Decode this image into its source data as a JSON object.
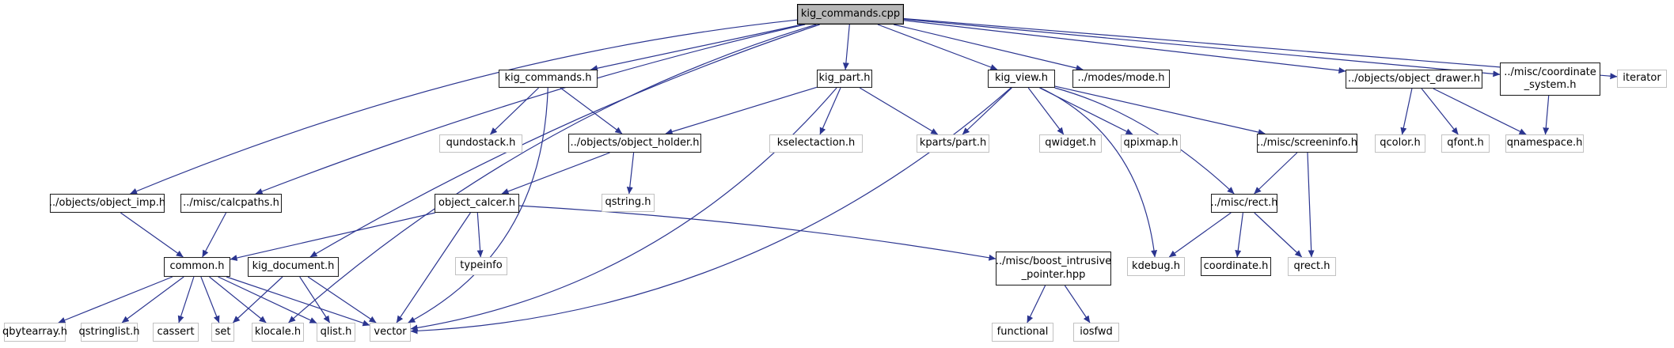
{
  "diagram": {
    "type": "include-dependency-graph",
    "root_file": "kig_commands.cpp",
    "edge_color": "#2b3590",
    "root_fill": "#b8b8b8",
    "nodes": [
      {
        "id": "root",
        "label": "kig_commands.cpp",
        "type": "root"
      },
      {
        "id": "kig-commands-h",
        "label": "kig_commands.h",
        "type": "internal"
      },
      {
        "id": "kig-part-h",
        "label": "kig_part.h",
        "type": "internal"
      },
      {
        "id": "kig-view-h",
        "label": "kig_view.h",
        "type": "internal"
      },
      {
        "id": "modes-mode-h",
        "label": "../modes/mode.h",
        "type": "internal"
      },
      {
        "id": "object-drawer-h",
        "label": "../objects/object_drawer.h",
        "type": "internal"
      },
      {
        "id": "coordinate-system-h",
        "label": "../misc/coordinate\n_system.h",
        "type": "internal"
      },
      {
        "id": "iterator",
        "label": "iterator",
        "type": "external"
      },
      {
        "id": "qundostack-h",
        "label": "qundostack.h",
        "type": "external"
      },
      {
        "id": "object-holder-h",
        "label": "../objects/object_holder.h",
        "type": "internal"
      },
      {
        "id": "kselectaction-h",
        "label": "kselectaction.h",
        "type": "external"
      },
      {
        "id": "kparts-part-h",
        "label": "kparts/part.h",
        "type": "external"
      },
      {
        "id": "qwidget-h",
        "label": "qwidget.h",
        "type": "external"
      },
      {
        "id": "qpixmap-h",
        "label": "qpixmap.h",
        "type": "external"
      },
      {
        "id": "screeninfo-h",
        "label": "../misc/screeninfo.h",
        "type": "internal"
      },
      {
        "id": "qcolor-h",
        "label": "qcolor.h",
        "type": "external"
      },
      {
        "id": "qfont-h",
        "label": "qfont.h",
        "type": "external"
      },
      {
        "id": "qnamespace-h",
        "label": "qnamespace.h",
        "type": "external"
      },
      {
        "id": "object-imp-h",
        "label": "../objects/object_imp.h",
        "type": "internal"
      },
      {
        "id": "calcpaths-h",
        "label": "../misc/calcpaths.h",
        "type": "internal"
      },
      {
        "id": "object-calcer-h",
        "label": "object_calcer.h",
        "type": "internal"
      },
      {
        "id": "qstring-h",
        "label": "qstring.h",
        "type": "external"
      },
      {
        "id": "rect-h",
        "label": "../misc/rect.h",
        "type": "internal"
      },
      {
        "id": "common-h",
        "label": "common.h",
        "type": "internal"
      },
      {
        "id": "kig-document-h",
        "label": "kig_document.h",
        "type": "internal"
      },
      {
        "id": "typeinfo",
        "label": "typeinfo",
        "type": "external"
      },
      {
        "id": "boost-intrusive-pointer-hpp",
        "label": "../misc/boost_intrusive\n_pointer.hpp",
        "type": "internal"
      },
      {
        "id": "kdebug-h",
        "label": "kdebug.h",
        "type": "external"
      },
      {
        "id": "coordinate-h",
        "label": "coordinate.h",
        "type": "internal"
      },
      {
        "id": "qrect-h",
        "label": "qrect.h",
        "type": "external"
      },
      {
        "id": "qbytearray-h",
        "label": "qbytearray.h",
        "type": "external"
      },
      {
        "id": "qstringlist-h",
        "label": "qstringlist.h",
        "type": "external"
      },
      {
        "id": "cassert",
        "label": "cassert",
        "type": "external"
      },
      {
        "id": "set",
        "label": "set",
        "type": "external"
      },
      {
        "id": "klocale-h",
        "label": "klocale.h",
        "type": "external"
      },
      {
        "id": "qlist-h",
        "label": "qlist.h",
        "type": "external"
      },
      {
        "id": "vector",
        "label": "vector",
        "type": "external"
      },
      {
        "id": "functional",
        "label": "functional",
        "type": "external"
      },
      {
        "id": "iosfwd",
        "label": "iosfwd",
        "type": "external"
      }
    ],
    "edges": [
      {
        "from": "root",
        "to": "kig-commands-h"
      },
      {
        "from": "root",
        "to": "kig-part-h"
      },
      {
        "from": "root",
        "to": "kig-view-h"
      },
      {
        "from": "root",
        "to": "modes-mode-h"
      },
      {
        "from": "root",
        "to": "object-drawer-h"
      },
      {
        "from": "root",
        "to": "coordinate-system-h"
      },
      {
        "from": "root",
        "to": "iterator"
      },
      {
        "from": "root",
        "to": "object-imp-h"
      },
      {
        "from": "root",
        "to": "calcpaths-h"
      },
      {
        "from": "root",
        "to": "kig-document-h"
      },
      {
        "from": "root",
        "to": "klocale-h"
      },
      {
        "from": "kig-commands-h",
        "to": "qundostack-h"
      },
      {
        "from": "kig-commands-h",
        "to": "object-holder-h"
      },
      {
        "from": "kig-commands-h",
        "to": "vector"
      },
      {
        "from": "kig-part-h",
        "to": "object-holder-h"
      },
      {
        "from": "kig-part-h",
        "to": "kselectaction-h"
      },
      {
        "from": "kig-part-h",
        "to": "kparts-part-h"
      },
      {
        "from": "kig-part-h",
        "to": "vector"
      },
      {
        "from": "kig-view-h",
        "to": "kparts-part-h"
      },
      {
        "from": "kig-view-h",
        "to": "qwidget-h"
      },
      {
        "from": "kig-view-h",
        "to": "qpixmap-h"
      },
      {
        "from": "kig-view-h",
        "to": "screeninfo-h"
      },
      {
        "from": "kig-view-h",
        "to": "rect-h"
      },
      {
        "from": "kig-view-h",
        "to": "kdebug-h"
      },
      {
        "from": "kig-view-h",
        "to": "vector"
      },
      {
        "from": "object-holder-h",
        "to": "object-calcer-h"
      },
      {
        "from": "object-holder-h",
        "to": "qstring-h"
      },
      {
        "from": "object-calcer-h",
        "to": "common-h"
      },
      {
        "from": "object-calcer-h",
        "to": "typeinfo"
      },
      {
        "from": "object-calcer-h",
        "to": "boost-intrusive-pointer-hpp"
      },
      {
        "from": "object-calcer-h",
        "to": "vector"
      },
      {
        "from": "object-imp-h",
        "to": "common-h"
      },
      {
        "from": "calcpaths-h",
        "to": "common-h"
      },
      {
        "from": "common-h",
        "to": "qbytearray-h"
      },
      {
        "from": "common-h",
        "to": "qstringlist-h"
      },
      {
        "from": "common-h",
        "to": "cassert"
      },
      {
        "from": "common-h",
        "to": "set"
      },
      {
        "from": "common-h",
        "to": "klocale-h"
      },
      {
        "from": "common-h",
        "to": "qlist-h"
      },
      {
        "from": "common-h",
        "to": "vector"
      },
      {
        "from": "kig-document-h",
        "to": "set"
      },
      {
        "from": "kig-document-h",
        "to": "qlist-h"
      },
      {
        "from": "kig-document-h",
        "to": "vector"
      },
      {
        "from": "screeninfo-h",
        "to": "rect-h"
      },
      {
        "from": "screeninfo-h",
        "to": "qrect-h"
      },
      {
        "from": "rect-h",
        "to": "kdebug-h"
      },
      {
        "from": "rect-h",
        "to": "coordinate-h"
      },
      {
        "from": "rect-h",
        "to": "qrect-h"
      },
      {
        "from": "object-drawer-h",
        "to": "qcolor-h"
      },
      {
        "from": "object-drawer-h",
        "to": "qfont-h"
      },
      {
        "from": "object-drawer-h",
        "to": "qnamespace-h"
      },
      {
        "from": "coordinate-system-h",
        "to": "qnamespace-h"
      },
      {
        "from": "boost-intrusive-pointer-hpp",
        "to": "functional"
      },
      {
        "from": "boost-intrusive-pointer-hpp",
        "to": "iosfwd"
      }
    ]
  }
}
